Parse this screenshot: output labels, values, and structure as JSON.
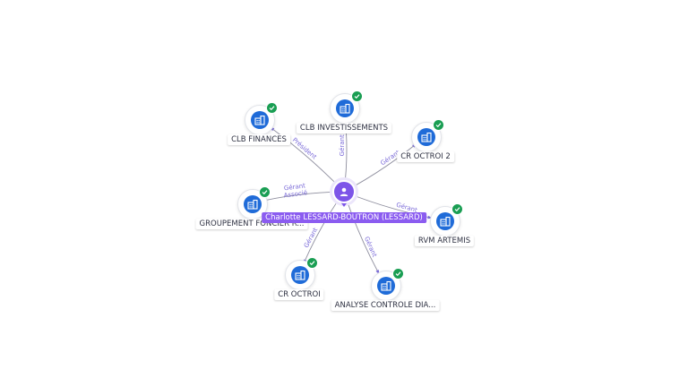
{
  "center": {
    "name": "Charlotte LESSARD-BOUTRON (LESSARD)",
    "icon": "person-icon",
    "color": "#7d55e8"
  },
  "colors": {
    "company": "#1f6bd8",
    "verified": "#1a9e53",
    "edge_label": "#7a6ad8"
  },
  "nodes": [
    {
      "id": "clb-finances",
      "label": "CLB FINANCES",
      "icon": "building-icon",
      "verified": true,
      "edge_labels": [
        "Président"
      ]
    },
    {
      "id": "clb-investissements",
      "label": "CLB INVESTISSEMENTS",
      "icon": "building-icon",
      "verified": true,
      "edge_labels": [
        "Gérant"
      ]
    },
    {
      "id": "cr-octroi-2",
      "label": "CR OCTROI 2",
      "icon": "building-icon",
      "verified": true,
      "edge_labels": [
        "Gérant"
      ]
    },
    {
      "id": "groupement-foncier",
      "label": "GROUPEMENT FONCIER R...",
      "icon": "building-icon",
      "verified": true,
      "edge_labels": [
        "Gérant",
        "Associé"
      ]
    },
    {
      "id": "rvm-artemis",
      "label": "RVM ARTEMIS",
      "icon": "building-icon",
      "verified": true,
      "edge_labels": [
        "Gérant"
      ]
    },
    {
      "id": "cr-octroi",
      "label": "CR OCTROI",
      "icon": "building-icon",
      "verified": true,
      "edge_labels": [
        "Gérant"
      ]
    },
    {
      "id": "analyse-controle",
      "label": "ANALYSE CONTROLE DIA...",
      "icon": "building-icon",
      "verified": true,
      "edge_labels": [
        "Gérant"
      ]
    }
  ]
}
